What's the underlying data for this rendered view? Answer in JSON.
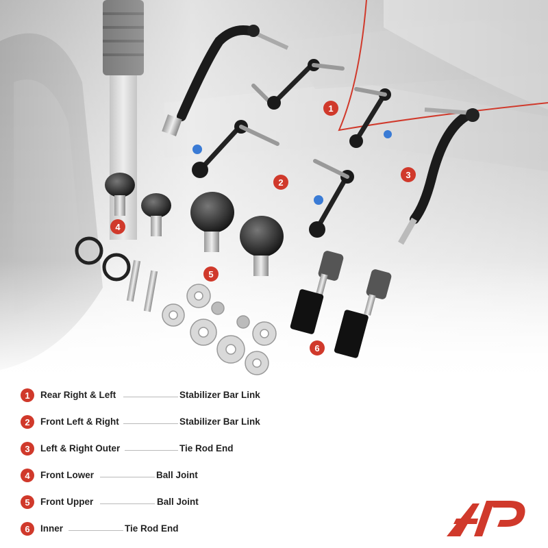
{
  "callouts": [
    "1",
    "2",
    "3",
    "4",
    "5",
    "6"
  ],
  "legend": [
    {
      "num": "1",
      "label": "Rear Right  & Left",
      "part": "Stabilizer Bar Link"
    },
    {
      "num": "2",
      "label": "Front Left & Right",
      "part": "Stabilizer Bar Link"
    },
    {
      "num": "3",
      "label": "Left & Right Outer",
      "part": "Tie Rod End"
    },
    {
      "num": "4",
      "label": "Front Lower",
      "part": "Ball Joint"
    },
    {
      "num": "5",
      "label": "Front Upper",
      "part": "Ball Joint"
    },
    {
      "num": "6",
      "label": "Inner",
      "part": "Tie Rod End"
    }
  ],
  "colors": {
    "accent": "#d0392b",
    "text": "#222222",
    "line": "#b9b9b9"
  },
  "logo_icon": "brand-logo-icon"
}
